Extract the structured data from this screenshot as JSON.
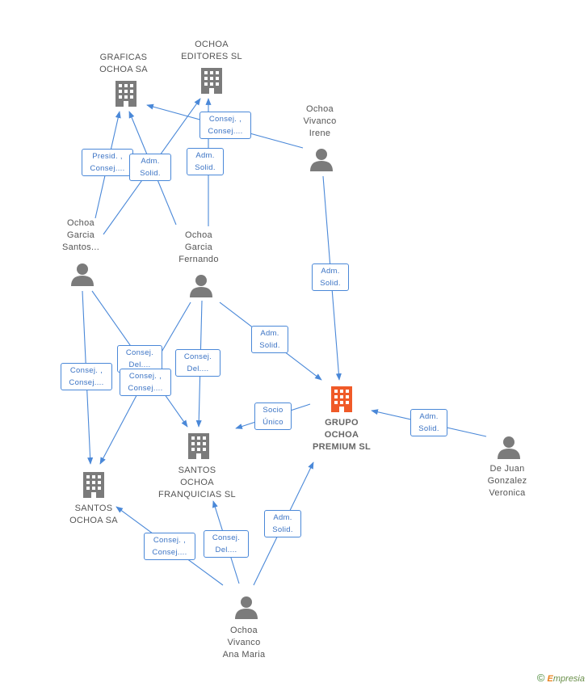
{
  "colors": {
    "edge": "#4a88d8",
    "person_icon": "#7b7b7b",
    "company_icon": "#7b7b7b",
    "main_company_icon": "#f05a28"
  },
  "nodes": {
    "graficas": {
      "label": "GRAFICAS\nOCHOA SA",
      "kind": "company"
    },
    "editores": {
      "label": "OCHOA\nEDITORES SL",
      "kind": "company"
    },
    "irene": {
      "label": "Ochoa\nVivanco\nIrene",
      "kind": "person"
    },
    "santos_p": {
      "label": "Ochoa\nGarcia\nSantos...",
      "kind": "person"
    },
    "fernando": {
      "label": "Ochoa\nGarcia\nFernando",
      "kind": "person"
    },
    "grupo": {
      "label": "GRUPO\nOCHOA\nPREMIUM SL",
      "kind": "main-company"
    },
    "franquicias": {
      "label": "SANTOS\nOCHOA\nFRANQUICIAS SL",
      "kind": "company"
    },
    "santos_sa": {
      "label": "SANTOS\nOCHOA SA",
      "kind": "company"
    },
    "dejuan": {
      "label": "De Juan\nGonzalez\nVeronica",
      "kind": "person"
    },
    "ana": {
      "label": "Ochoa\nVivanco\nAna Maria",
      "kind": "person"
    }
  },
  "edge_labels": {
    "irene_editores": "Consej. ,\nConsej....",
    "santos_graficas_presid": "Presid. ,\nConsej....",
    "santos_graficas_adm": "Adm.\nSolid.",
    "fernando_editores": "Adm.\nSolid.",
    "irene_grupo": "Adm.\nSolid.",
    "fernando_grupo": "Adm.\nSolid.",
    "fernando_franquicias": "Consej.\nDel....",
    "santos_franquicias": "Consej.\nDel....",
    "santos_santossa": "Consej. ,\nConsej....",
    "fernando_santossa": "Consej. ,\nConsej....",
    "grupo_franquicias": "Socio\nÚnico",
    "dejuan_grupo": "Adm.\nSolid.",
    "ana_santossa": "Consej. ,\nConsej....",
    "ana_franquicias": "Consej.\nDel....",
    "ana_grupo": "Adm.\nSolid."
  },
  "footer": {
    "copyright_symbol": "©",
    "brand": "mpresia",
    "brand_initial": "E"
  }
}
